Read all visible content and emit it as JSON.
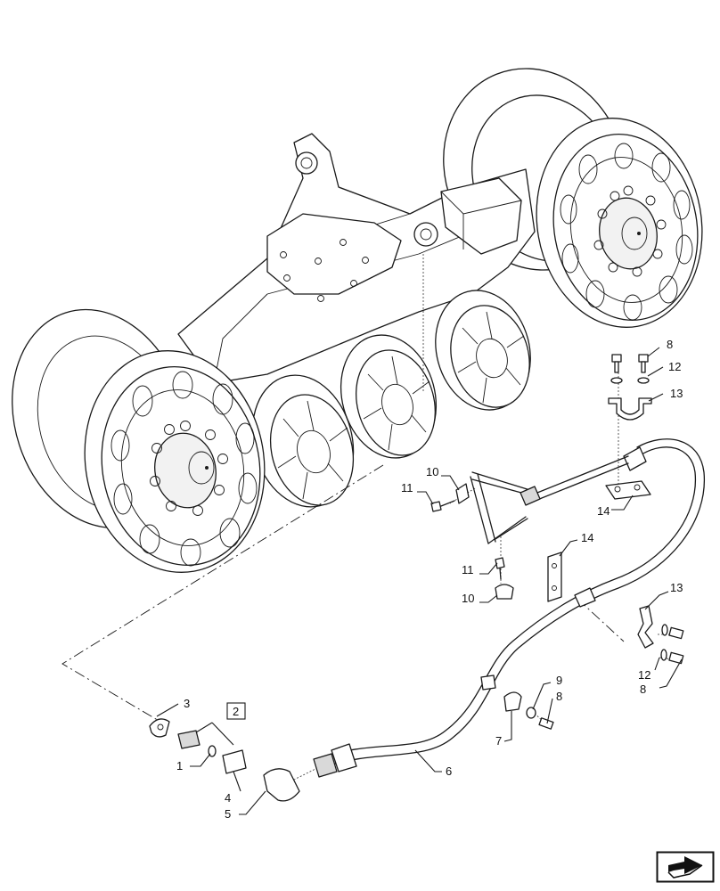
{
  "callouts": {
    "c1": "1",
    "c2": "2",
    "c3": "3",
    "c4": "4",
    "c5": "5",
    "c6": "6",
    "c7": "7",
    "c8a": "8",
    "c8b": "8",
    "c8c": "8",
    "c9": "9",
    "c10a": "10",
    "c10b": "10",
    "c11a": "11",
    "c11b": "11",
    "c12a": "12",
    "c12b": "12",
    "c13a": "13",
    "c13b": "13",
    "c14a": "14",
    "c14b": "14"
  },
  "icons": {
    "navigation": "next-page-arrow-icon"
  }
}
